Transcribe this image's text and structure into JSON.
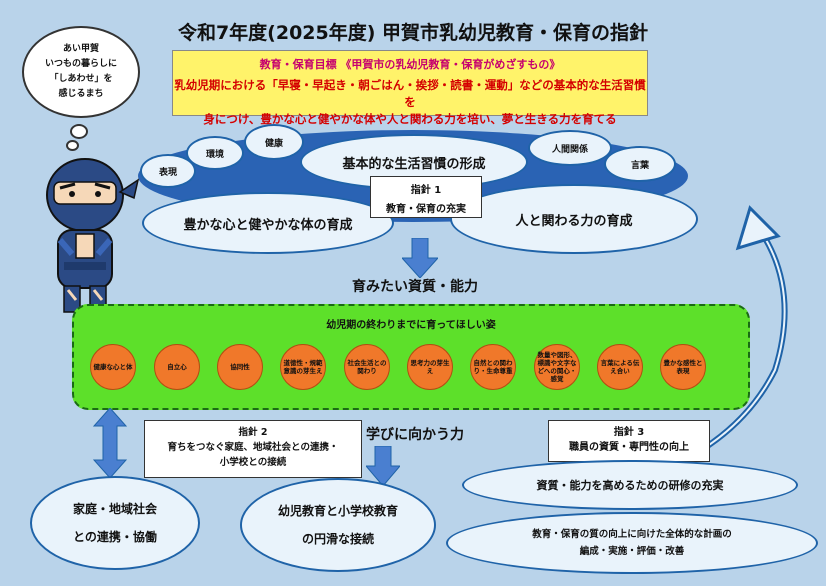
{
  "title": "令和7年度(2025年度) 甲賀市乳幼児教育・保育の指針",
  "goal": {
    "heading": "教育・保育目標 《甲賀市の乳幼児教育・保育がめざすもの》",
    "line1": "乳幼児期における「早寝・早起き・朝ごはん・挨拶・読書・運動」などの基本的な生活習慣を",
    "line2": "身につけ、豊かな心と健やかな体や人と関わる力を培い、夢と生きる力を育てる"
  },
  "bubble": {
    "line1": "あい甲賀",
    "line2": "いつもの暮らしに",
    "line3": "「しあわせ」を",
    "line4": "感じるまち"
  },
  "domains": {
    "hyogen": "表現",
    "kankyo": "環境",
    "kenko": "健康",
    "ningen": "人間関係",
    "kotoba": "言葉"
  },
  "habits": "基本的な生活習慣の形成",
  "heart_body": "豊かな心と健やかな体の育成",
  "relations": "人と関わる力の育成",
  "policy1": {
    "label": "指針 1",
    "text": "教育・保育の充実"
  },
  "abilities_heading": "育みたい資質・能力",
  "green_title": "幼児期の終わりまでに育ってほしい姿",
  "circles": [
    "健康な心と体",
    "自立心",
    "協同性",
    "道徳性・規範意識の芽生え",
    "社会生活との関わり",
    "思考力の芽生え",
    "自然との関わり・生命尊重",
    "数量や図形、標識や文字などへの関心・感覚",
    "言葉による伝え合い",
    "豊かな感性と表現"
  ],
  "policy2": {
    "label": "指針 2",
    "line1": "育ちをつなぐ家庭、地域社会との連携・",
    "line2": "小学校との接続"
  },
  "learning": "学びに向かう力",
  "policy3": {
    "label": "指針 3",
    "text": "職員の資質・専門性の向上"
  },
  "family": {
    "line1": "家庭・地域社会",
    "line2": "との連携・協働"
  },
  "transition": {
    "line1": "幼児教育と小学校教育",
    "line2": "の円滑な接続"
  },
  "training": "資質・能力を高めるための研修の充実",
  "plan": {
    "line1": "教育・保育の質の向上に向けた全体的な計画の",
    "line2": "編成・実施・評価・改善"
  }
}
